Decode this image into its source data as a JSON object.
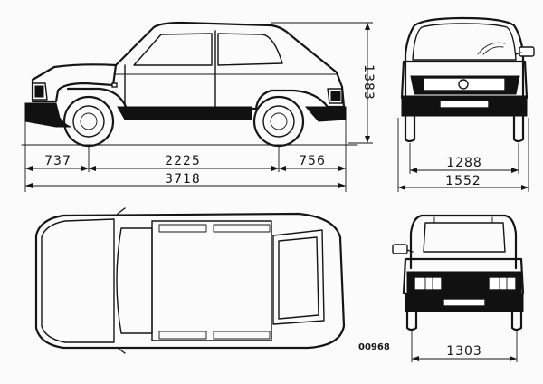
{
  "dimensions": {
    "front_overhang": "737",
    "wheelbase": "2225",
    "rear_overhang": "756",
    "overall_length": "3718",
    "height": "1383",
    "front_track": "1288",
    "overall_width": "1552",
    "rear_track": "1303"
  },
  "figure_code": "00968"
}
